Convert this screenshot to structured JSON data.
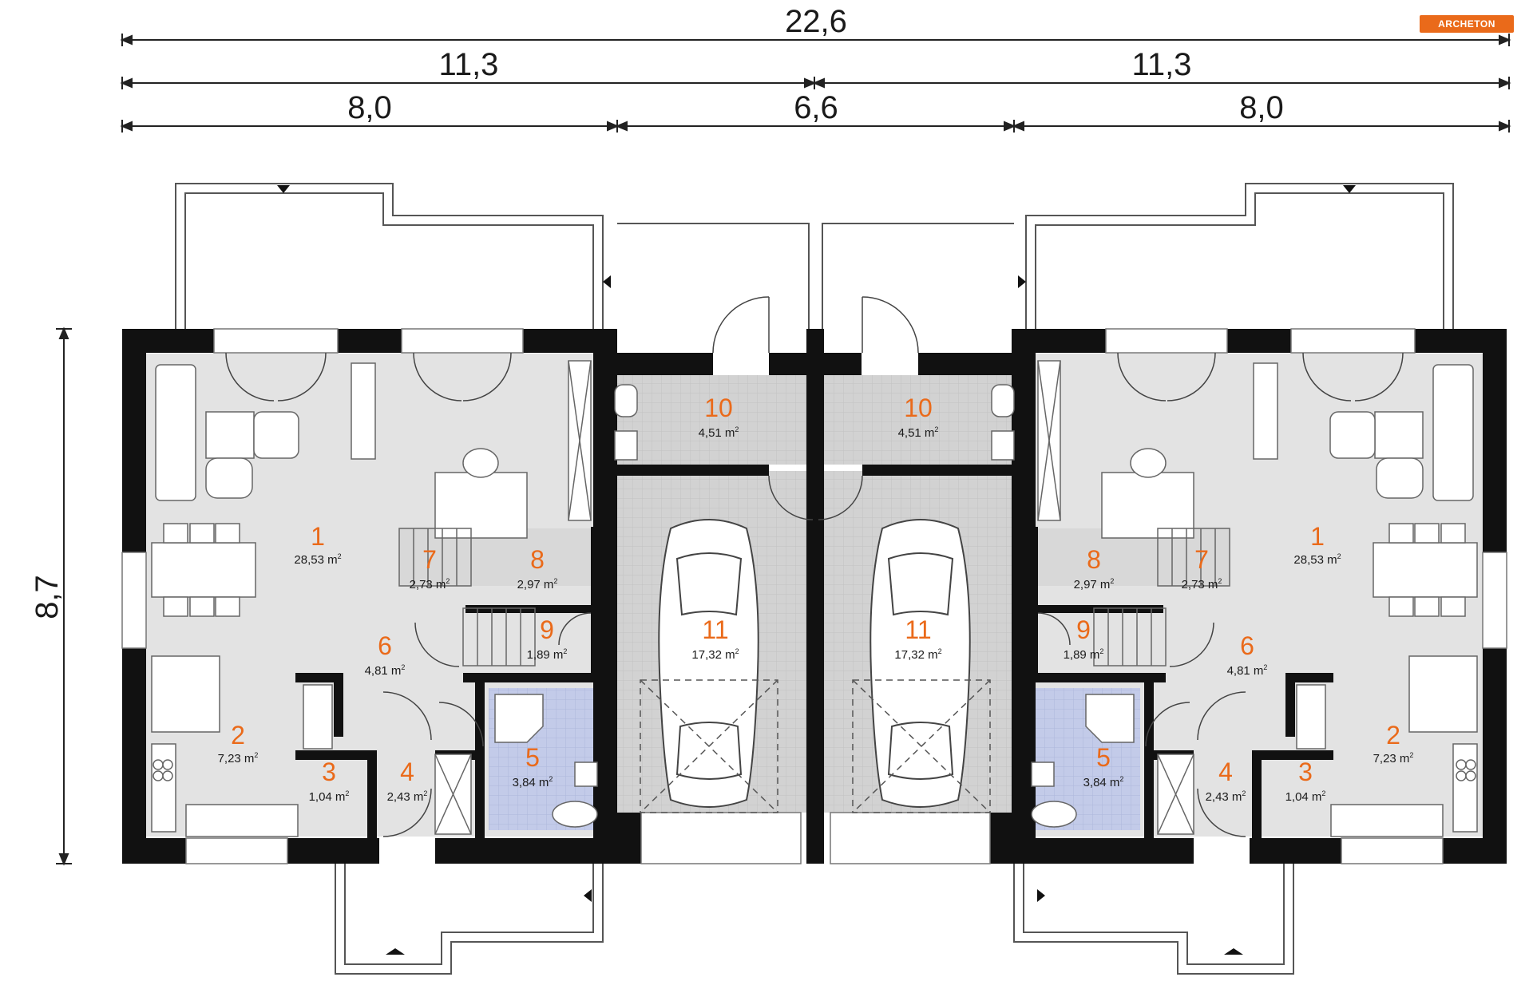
{
  "logo": {
    "text": "ARCHETON",
    "color": "#ea6a1a"
  },
  "dimensions": {
    "total_width": "22,6",
    "half_left": "11,3",
    "half_right": "11,3",
    "segment_left": "8,0",
    "segment_center": "6,6",
    "segment_right": "8,0",
    "depth": "8,7"
  },
  "colors": {
    "wall": "#111111",
    "floor": "#e3e3e3",
    "garage": "#d4d4d4",
    "bath": "#c4ccea",
    "label": "#ea6a1a"
  },
  "rooms": [
    {
      "id": "L1",
      "num": "1",
      "area": "28,53 m"
    },
    {
      "id": "L2",
      "num": "2",
      "area": "7,23 m"
    },
    {
      "id": "L3",
      "num": "3",
      "area": "1,04 m"
    },
    {
      "id": "L4",
      "num": "4",
      "area": "2,43 m"
    },
    {
      "id": "L5",
      "num": "5",
      "area": "3,84 m"
    },
    {
      "id": "L6",
      "num": "6",
      "area": "4,81 m"
    },
    {
      "id": "L7",
      "num": "7",
      "area": "2,73 m"
    },
    {
      "id": "L8",
      "num": "8",
      "area": "2,97 m"
    },
    {
      "id": "L9",
      "num": "9",
      "area": "1,89 m"
    },
    {
      "id": "L10",
      "num": "10",
      "area": "4,51 m"
    },
    {
      "id": "L11",
      "num": "11",
      "area": "17,32 m"
    },
    {
      "id": "R1",
      "num": "1",
      "area": "28,53 m"
    },
    {
      "id": "R2",
      "num": "2",
      "area": "7,23 m"
    },
    {
      "id": "R3",
      "num": "3",
      "area": "1,04 m"
    },
    {
      "id": "R4",
      "num": "4",
      "area": "2,43 m"
    },
    {
      "id": "R5",
      "num": "5",
      "area": "3,84 m"
    },
    {
      "id": "R6",
      "num": "6",
      "area": "4,81 m"
    },
    {
      "id": "R7",
      "num": "7",
      "area": "2,73 m"
    },
    {
      "id": "R8",
      "num": "8",
      "area": "2,97 m"
    },
    {
      "id": "R9",
      "num": "9",
      "area": "1,89 m"
    },
    {
      "id": "R10",
      "num": "10",
      "area": "4,51 m"
    },
    {
      "id": "R11",
      "num": "11",
      "area": "17,32 m"
    }
  ],
  "area_unit_sup": "2"
}
